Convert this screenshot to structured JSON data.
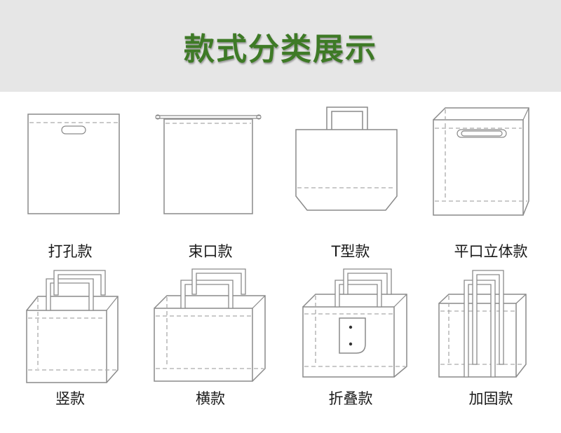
{
  "header": {
    "title": "款式分类展示"
  },
  "styles": [
    {
      "label": "打孔款",
      "icon": "die-cut-handle-bag-icon"
    },
    {
      "label": "束口款",
      "icon": "drawstring-bag-icon"
    },
    {
      "label": "T型款",
      "icon": "t-shape-bag-icon"
    },
    {
      "label": "平口立体款",
      "icon": "flat-3d-bag-icon"
    },
    {
      "label": "竖款",
      "icon": "vertical-bag-icon"
    },
    {
      "label": "横款",
      "icon": "horizontal-bag-icon"
    },
    {
      "label": "折叠款",
      "icon": "foldable-bag-icon"
    },
    {
      "label": "加固款",
      "icon": "reinforced-bag-icon"
    }
  ],
  "colors": {
    "title": "#3e7a26",
    "header_bg": "#e6e6e6",
    "outline": "#8a8a8a"
  }
}
